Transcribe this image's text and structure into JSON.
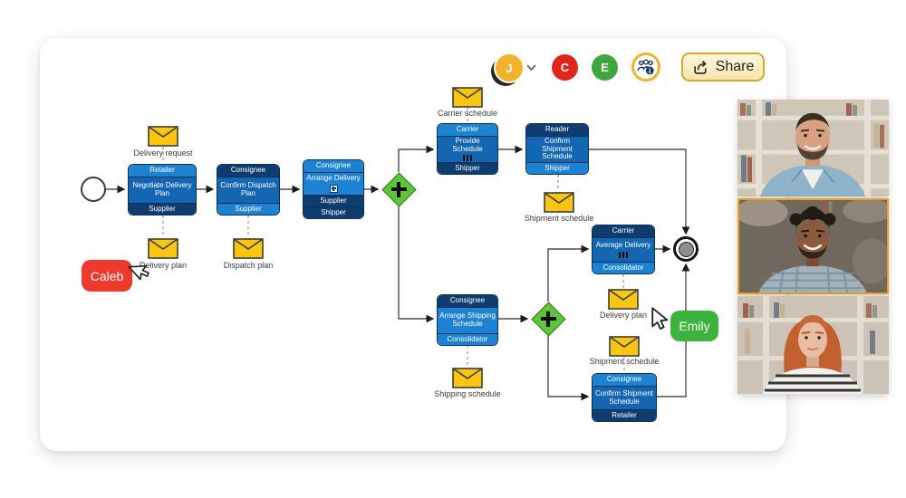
{
  "toolbar": {
    "user_avatar": {
      "initial": "J",
      "color": "#F2B32C"
    },
    "collaborator_avatars": [
      {
        "initial": "C",
        "color": "#E0261C"
      },
      {
        "initial": "E",
        "color": "#3FA73F"
      }
    ],
    "share_button": {
      "label": "Share",
      "border_color": "#DCA728"
    }
  },
  "collaborator_cursors": [
    {
      "name": "Caleb",
      "color": "#EE3A2C"
    },
    {
      "name": "Emily",
      "color": "#3CB33C"
    }
  ],
  "diagram": {
    "tasks": [
      {
        "header": "Retailer",
        "body": "Negotiate Delivery Plan",
        "footers": [
          "Supplier"
        ]
      },
      {
        "header": "Consignee",
        "body": "Confirm Dispatch Plan",
        "footers": [
          "Supplier"
        ]
      },
      {
        "header": "Consignee",
        "body": "Arrange Delivery",
        "footers": [
          "Supplier",
          "Shipper"
        ],
        "marker": "subprocess"
      },
      {
        "header": "Carrier",
        "body": "Provide Schedule",
        "footers": [
          "Shipper"
        ],
        "marker": "multi-instance"
      },
      {
        "header": "Reader",
        "body": "Confirm Shipment Schedule",
        "footers": [
          "Shipper"
        ]
      },
      {
        "header": "Consignee",
        "body": "Arrange Shipping Schedule",
        "footers": [
          "Consolidator"
        ]
      },
      {
        "header": "Carrier",
        "body": "Average Delivery",
        "footers": [
          "Consolidator"
        ],
        "marker": "multi-instance"
      },
      {
        "header": "Consignee",
        "body": "Confirm Shipment Schedule",
        "footers": [
          "Retailer"
        ]
      }
    ],
    "messages": [
      {
        "label": "Delivery request"
      },
      {
        "label": "Delivery plan"
      },
      {
        "label": "Dispatch plan"
      },
      {
        "label": "Carrier schedule"
      },
      {
        "label": "Shipment schedule"
      },
      {
        "label": "Shipping schedule"
      },
      {
        "label": "Delivery plan"
      },
      {
        "label": "Shipment schedule"
      }
    ],
    "gateways": [
      {
        "type": "parallel"
      },
      {
        "type": "parallel"
      }
    ],
    "colors": {
      "lane_light": "#1E82D2",
      "lane_mid": "#1566B2",
      "lane_dark": "#0E3C6E",
      "gateway_green": "#5EC43B",
      "envelope_yellow": "#FCC50F"
    }
  },
  "video_call": {
    "tile_count": 3,
    "active_tile_index": 2,
    "active_border_color": "#E8A020"
  }
}
